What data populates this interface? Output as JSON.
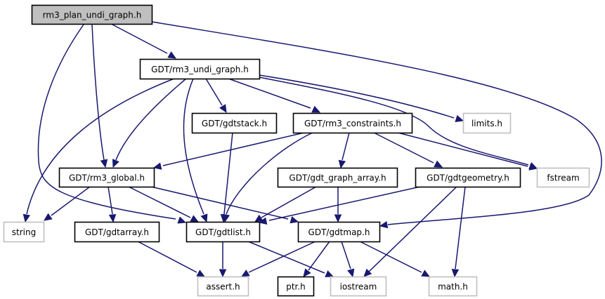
{
  "diagram": {
    "type": "include-dependency-graph",
    "colors": {
      "edge": "#191970",
      "root_fill": "#bfbfbf",
      "documented_border": "#000000",
      "external_border": "#bfbfbf",
      "node_fill": "#ffffff"
    },
    "nodes": [
      {
        "id": "root",
        "label": "rm3_plan_undi_graph.h",
        "kind": "root"
      },
      {
        "id": "undi",
        "label": "GDT/rm3_undi_graph.h",
        "kind": "documented"
      },
      {
        "id": "stack",
        "label": "GDT/gdtstack.h",
        "kind": "documented"
      },
      {
        "id": "constr",
        "label": "GDT/rm3_constraints.h",
        "kind": "documented"
      },
      {
        "id": "limits",
        "label": "limits.h",
        "kind": "external"
      },
      {
        "id": "global",
        "label": "GDT/rm3_global.h",
        "kind": "documented"
      },
      {
        "id": "garray",
        "label": "GDT/gdt_graph_array.h",
        "kind": "documented"
      },
      {
        "id": "geom",
        "label": "GDT/gdtgeometry.h",
        "kind": "documented"
      },
      {
        "id": "fstream",
        "label": "fstream",
        "kind": "external"
      },
      {
        "id": "string",
        "label": "string",
        "kind": "external"
      },
      {
        "id": "array",
        "label": "GDT/gdtarray.h",
        "kind": "documented"
      },
      {
        "id": "list",
        "label": "GDT/gdtlist.h",
        "kind": "documented"
      },
      {
        "id": "map",
        "label": "GDT/gdtmap.h",
        "kind": "documented"
      },
      {
        "id": "assert",
        "label": "assert.h",
        "kind": "external"
      },
      {
        "id": "ptr",
        "label": "ptr.h",
        "kind": "documented"
      },
      {
        "id": "iostream",
        "label": "iostream",
        "kind": "external"
      },
      {
        "id": "math",
        "label": "math.h",
        "kind": "external"
      }
    ],
    "edges": [
      {
        "from": "root",
        "to": "undi"
      },
      {
        "from": "root",
        "to": "global"
      },
      {
        "from": "root",
        "to": "list"
      },
      {
        "from": "root",
        "to": "map"
      },
      {
        "from": "undi",
        "to": "stack"
      },
      {
        "from": "undi",
        "to": "constr"
      },
      {
        "from": "undi",
        "to": "limits"
      },
      {
        "from": "undi",
        "to": "fstream"
      },
      {
        "from": "undi",
        "to": "global"
      },
      {
        "from": "undi",
        "to": "string"
      },
      {
        "from": "undi",
        "to": "list"
      },
      {
        "from": "stack",
        "to": "list"
      },
      {
        "from": "constr",
        "to": "global"
      },
      {
        "from": "constr",
        "to": "garray"
      },
      {
        "from": "constr",
        "to": "geom"
      },
      {
        "from": "constr",
        "to": "fstream"
      },
      {
        "from": "constr",
        "to": "list"
      },
      {
        "from": "global",
        "to": "string"
      },
      {
        "from": "global",
        "to": "array"
      },
      {
        "from": "global",
        "to": "list"
      },
      {
        "from": "global",
        "to": "map"
      },
      {
        "from": "garray",
        "to": "list"
      },
      {
        "from": "garray",
        "to": "map"
      },
      {
        "from": "geom",
        "to": "list"
      },
      {
        "from": "geom",
        "to": "iostream"
      },
      {
        "from": "geom",
        "to": "math"
      },
      {
        "from": "array",
        "to": "assert"
      },
      {
        "from": "list",
        "to": "assert"
      },
      {
        "from": "list",
        "to": "iostream"
      },
      {
        "from": "map",
        "to": "assert"
      },
      {
        "from": "map",
        "to": "ptr"
      },
      {
        "from": "map",
        "to": "iostream"
      },
      {
        "from": "map",
        "to": "math"
      }
    ]
  }
}
